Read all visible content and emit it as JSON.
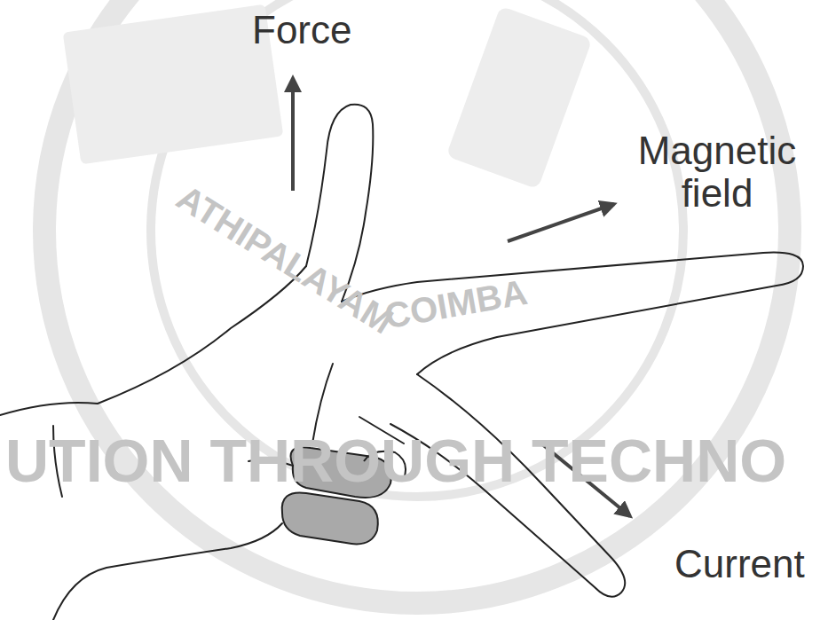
{
  "diagram": {
    "labels": [
      "Force",
      "Magnetic field",
      "Current",
      "ATHIPALAYAM",
      "COIMBA",
      "UTION THROUGH TECHNO"
    ]
  }
}
